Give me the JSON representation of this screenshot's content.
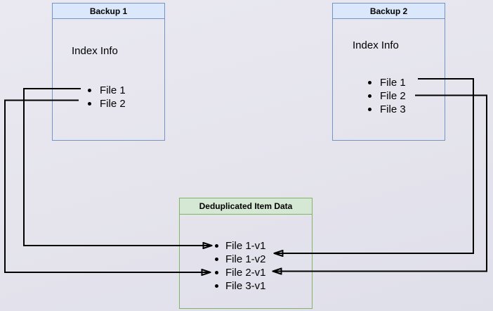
{
  "diagram": {
    "backup1": {
      "title": "Backup 1",
      "subtitle": "Index Info",
      "items": [
        "File 1",
        "File 2"
      ]
    },
    "backup2": {
      "title": "Backup 2",
      "subtitle": "Index Info",
      "items": [
        "File 1",
        "File 2",
        "File 3"
      ]
    },
    "dedup": {
      "title": "Deduplicated Item Data",
      "items": [
        "File 1-v1",
        "File 1-v2",
        "File 2-v1",
        "File 3-v1"
      ]
    },
    "connections": [
      {
        "from": "Backup 1 / File 1",
        "to": "File 1-v1",
        "direction": "left-to-right"
      },
      {
        "from": "Backup 1 / File 2",
        "to": "File 2-v1",
        "direction": "left-to-right"
      },
      {
        "from": "Backup 2 / File 1",
        "to": "File 1-v2",
        "direction": "right-to-left"
      },
      {
        "from": "Backup 2 / File 2",
        "to": "File 2-v1",
        "direction": "right-to-left"
      }
    ],
    "colors": {
      "background": "#e6e5ee",
      "blue_fill": "#dbe8fb",
      "blue_border": "#7494c5",
      "green_fill": "#d5e8d4",
      "green_border": "#82b366",
      "arrow": "#000000",
      "text": "#000000"
    }
  }
}
